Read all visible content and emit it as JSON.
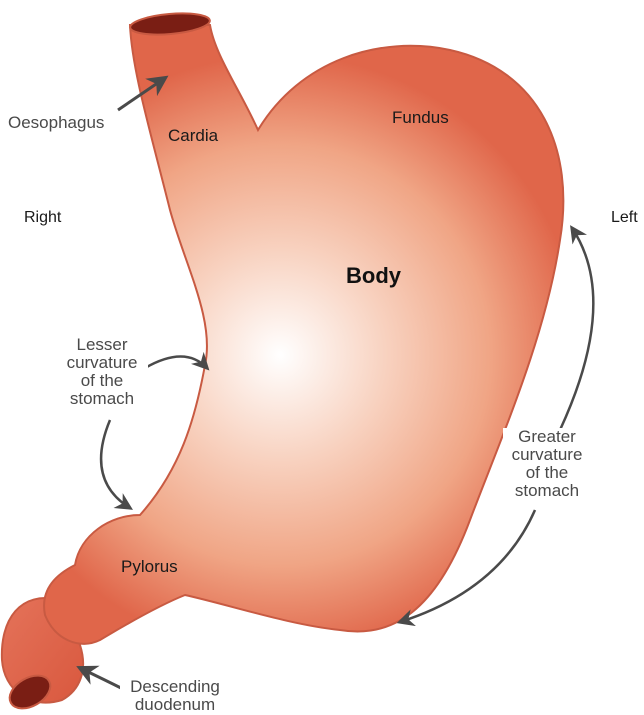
{
  "labels": {
    "oesophagus": "Oesophagus",
    "cardia": "Cardia",
    "fundus": "Fundus",
    "body": "Body",
    "pylorus": "Pylorus",
    "right": "Right",
    "left": "Left",
    "lesser_curvature": [
      "Lesser",
      "curvature",
      "of the",
      "stomach"
    ],
    "greater_curvature": [
      "Greater",
      "curvature",
      "of the",
      "stomach"
    ],
    "descending_duodenum": [
      "Descending",
      "duodenum"
    ]
  },
  "colors": {
    "stomach_center": "#ffffff",
    "stomach_mid": "#f3b296",
    "stomach_edge": "#e0664a",
    "outline": "#c85a42",
    "lumen": "#7a1e14",
    "arrow": "#4a4a4a"
  }
}
